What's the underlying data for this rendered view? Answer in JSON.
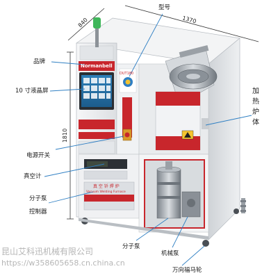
{
  "dimensions": {
    "depth": "840",
    "width": "1370",
    "height": "1810"
  },
  "callouts": {
    "model": "型号",
    "brand": "品牌",
    "lcd": "10 寸液晶屏",
    "power": "电源开关",
    "vacuum_gauge": "真空计",
    "mp_controller_line1": "分子泵",
    "mp_controller_line2": "控制器",
    "heating_body": "加热炉体",
    "molecular_pump": "分子泵",
    "mechanical_pump": "机械泵",
    "casters": "万向福马轮"
  },
  "machine_text": {
    "brand_plate": "Normanbell",
    "model_plate": "DUT180",
    "panel_title_cn": "真 空 钎 焊 炉",
    "panel_title_en": "Vacuum Welding Furnace"
  },
  "watermark": {
    "company": "昆山艾科迅机械有限公司",
    "url": "https://w358605658.cn.china.cn"
  },
  "colors": {
    "accent_red": "#c8262c",
    "body_white": "#eceef0",
    "frame_grey": "#9aa0a6",
    "pointer_blue": "#2f7fc3"
  }
}
